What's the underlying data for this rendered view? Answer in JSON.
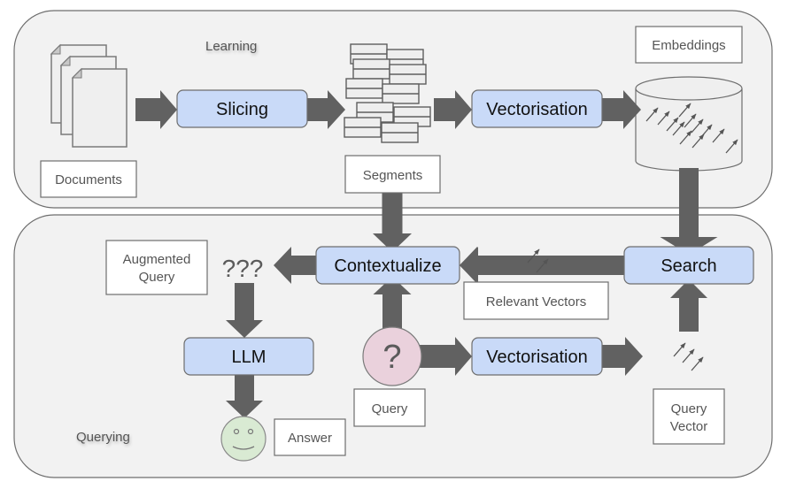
{
  "colors": {
    "panel_fill": "#f2f2f2",
    "panel_stroke": "#6e6e6e",
    "process_fill": "#c9daf8",
    "process_stroke": "#6e6e6e",
    "arrow": "#616161",
    "label_fill": "#ffffff",
    "query_circle": "#ead1dc",
    "answer_circle": "#d9ead3",
    "page_fill": "#efefef"
  },
  "panels": {
    "learning": {
      "title": "Learning"
    },
    "querying": {
      "title": "Querying"
    }
  },
  "processes": {
    "slicing": "Slicing",
    "vectorisation_learning": "Vectorisation",
    "contextualize": "Contextualize",
    "search": "Search",
    "llm": "LLM",
    "vectorisation_query": "Vectorisation"
  },
  "labels": {
    "documents": "Documents",
    "segments": "Segments",
    "embeddings": "Embeddings",
    "augmented_query_line1": "Augmented",
    "augmented_query_line2": "Query",
    "relevant_vectors": "Relevant Vectors",
    "query": "Query",
    "query_vector_line1": "Query",
    "query_vector_line2": "Vector",
    "answer": "Answer"
  },
  "symbols": {
    "augmented_marks": "???",
    "query_mark": "?"
  },
  "icons": {
    "documents": "document-stack-icon",
    "segments": "segment-pile-icon",
    "embeddings": "database-cylinder-icon",
    "relevant_vectors": "vector-arrows-icon",
    "query_vector": "vector-arrows-icon",
    "query": "question-circle-icon",
    "answer": "smiley-face-icon"
  }
}
